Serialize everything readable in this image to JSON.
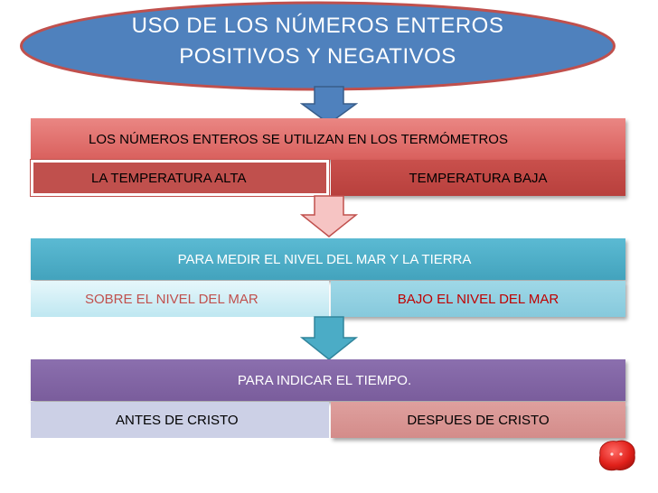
{
  "title": {
    "line1": "USO DE LOS NÚMEROS ENTEROS",
    "line2": "POSITIVOS Y NEGATIVOS"
  },
  "sections": [
    {
      "header": "LOS NÚMEROS ENTEROS SE UTILIZAN EN LOS TERMÓMETROS",
      "left": "LA TEMPERATURA ALTA",
      "right": "TEMPERATURA BAJA",
      "colors": {
        "header": "#e06b69",
        "left": "#c0504d",
        "right": "#c0504d",
        "text": "#000000"
      }
    },
    {
      "header": "PARA MEDIR EL NIVEL DEL MAR Y LA TIERRA",
      "left": "SOBRE EL NIVEL DEL MAR",
      "right": "BAJO EL NIVEL DEL MAR",
      "colors": {
        "header": "#4bacc6",
        "left": "#c9eef7",
        "right": "#8fd0e2",
        "leftText": "#c0504d",
        "rightText": "#c00000"
      }
    },
    {
      "header": "PARA INDICAR EL TIEMPO.",
      "left": "ANTES DE CRISTO",
      "right": "DESPUES DE CRISTO",
      "colors": {
        "header": "#8064a2",
        "left": "#ccd0e6",
        "right": "#d99694",
        "text": "#000000"
      }
    }
  ],
  "colors": {
    "oval": "#4f81bd",
    "oval_border": "#c0504d",
    "arrow1": "#4f81bd",
    "arrow2": "#f4b9b8",
    "arrow3": "#4bacc6"
  }
}
